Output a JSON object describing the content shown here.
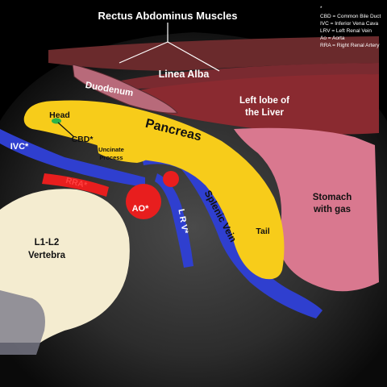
{
  "labels": {
    "rectus": "Rectus Abdominus Muscles",
    "linea_alba": "Linea Alba",
    "duodenum": "Duodenum",
    "liver_line1": "Left lobe of",
    "liver_line2": "the Liver",
    "head": "Head",
    "cbd": "CBD*",
    "pancreas": "Pancreas",
    "uncinate_line1": "Uncinate",
    "uncinate_line2": "Process",
    "ivc": "IVC*",
    "rra": "RRA*",
    "ao": "AO*",
    "lrv": "L R V*",
    "splenic_vein": "Splenic Vein",
    "tail": "Tail",
    "stomach_line1": "Stomach",
    "stomach_line2": "with gas",
    "vertebra_line1": "L1-L2",
    "vertebra_line2": "Vertebra"
  },
  "legend": {
    "marker": "*",
    "entries": [
      "CBD = Common Bile Duct",
      "IVC = Inferior Vena Cava",
      "LRV = Left Renal Vein",
      "Ao = Aorta",
      "RRA = Right Renal Artery"
    ]
  },
  "colors": {
    "pancreas": "#f7cc1a",
    "vein": "#2f3fcf",
    "artery": "#e81e1e",
    "liver": "#8a2a30",
    "muscle": "#6a2a2c",
    "duodenum": "#b86a7a",
    "stomach": "#d9788f",
    "vertebra": "#f4ecd0",
    "bile_duct": "#2bb34a"
  }
}
